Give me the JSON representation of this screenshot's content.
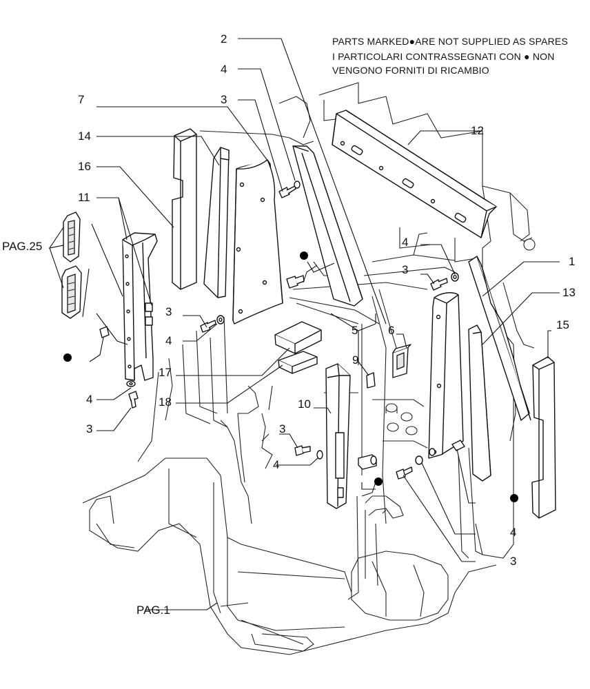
{
  "note": {
    "line1_before": "PARTS MARKED",
    "line1_after": "ARE NOT SUPPLIED AS SPARES",
    "line2_before": "I PARTICOLARI  CONTRASSEGNATI  CON",
    "line2_after": "NON",
    "line3": "VENGONO FORNITI DI RICAMBIO"
  },
  "callouts": {
    "c1": "1",
    "c2": "2",
    "c3a": "3",
    "c3b": "3",
    "c3c": "3",
    "c3d": "3",
    "c3e": "3",
    "c3f": "3",
    "c4a": "4",
    "c4b": "4",
    "c4c": "4",
    "c4d": "4",
    "c4e": "4",
    "c4f": "4",
    "c5": "5",
    "c6": "6",
    "c7": "7",
    "c9": "9",
    "c10": "10",
    "c11": "11",
    "c12": "12",
    "c13": "13",
    "c14": "14",
    "c15": "15",
    "c16": "16",
    "c17": "17",
    "c18": "18"
  },
  "page_refs": {
    "pag25": "PAG.25",
    "pag1": "PAG.1"
  },
  "colors": {
    "ink": "#111111",
    "background": "#ffffff",
    "fill_shade": "#e6e6e6"
  }
}
